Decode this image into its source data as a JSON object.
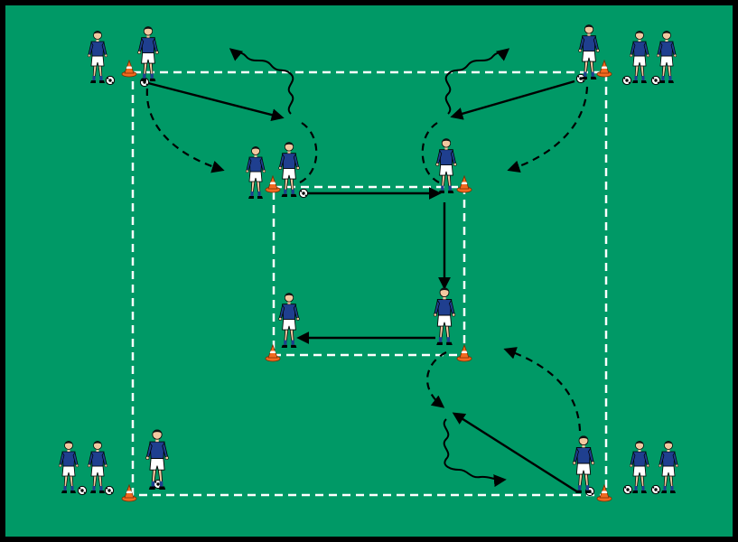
{
  "diagram": {
    "field_color": "#009966",
    "border_color": "#000000",
    "line_color": "#ffffff",
    "jersey_color": "#1f3f8f",
    "shorts_color": "#ffffff",
    "skin_color": "#f2c8a0",
    "cone_color": "#f26a21",
    "arrow_color": "#000000",
    "icons": [
      "player-icon",
      "ball-icon",
      "cone-icon",
      "pass-arrow",
      "run-arrow",
      "dribble-arrow"
    ]
  }
}
